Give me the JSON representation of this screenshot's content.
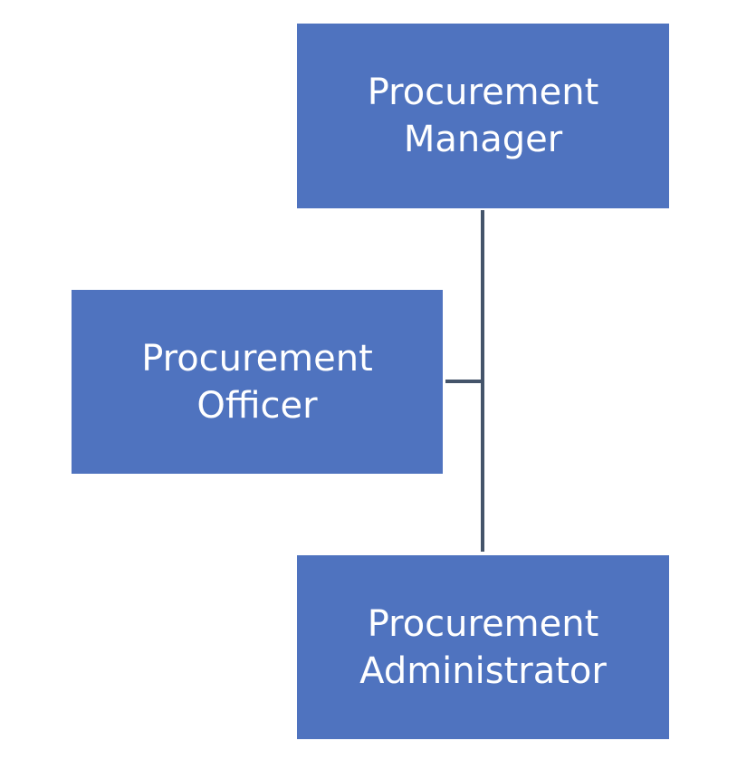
{
  "diagram": {
    "type": "org-chart",
    "colors": {
      "box_fill": "#4f73bf",
      "box_text": "#ffffff",
      "connector": "#44546a",
      "background": "#ffffff"
    },
    "nodes": [
      {
        "id": "manager",
        "line1": "Procurement",
        "line2": "Manager"
      },
      {
        "id": "officer",
        "line1": "Procurement",
        "line2": "Officer"
      },
      {
        "id": "administrator",
        "line1": "Procurement",
        "line2": "Administrator"
      }
    ],
    "edges": [
      {
        "from": "manager",
        "to": "officer",
        "style": "assistant"
      },
      {
        "from": "manager",
        "to": "administrator",
        "style": "subordinate"
      }
    ]
  }
}
